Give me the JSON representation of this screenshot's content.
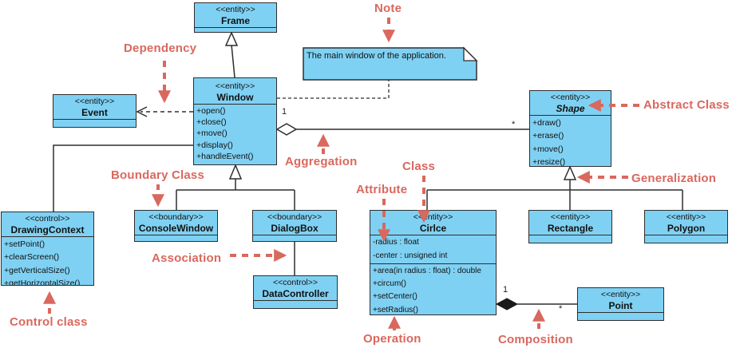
{
  "diagram": {
    "note": {
      "text": "The main window of the application."
    },
    "classes": {
      "frame": {
        "stereotype": "<<entity>>",
        "name": "Frame"
      },
      "window": {
        "stereotype": "<<entity>>",
        "name": "Window",
        "methods": [
          "+open()",
          "+close()",
          "+move()",
          "+display()",
          "+handleEvent()"
        ]
      },
      "event": {
        "stereotype": "<<entity>>",
        "name": "Event"
      },
      "shape": {
        "stereotype": "<<entity>>",
        "name": "Shape",
        "methods": [
          "+draw()",
          "+erase()",
          "+move()",
          "+resize()"
        ]
      },
      "drawing_context": {
        "stereotype": "<<control>>",
        "name": "DrawingContext",
        "methods": [
          "+setPoint()",
          "+clearScreen()",
          "+getVerticalSize()",
          "+getHorizontalSize()"
        ]
      },
      "console_window": {
        "stereotype": "<<boundary>>",
        "name": "ConsoleWindow"
      },
      "dialog_box": {
        "stereotype": "<<boundary>>",
        "name": "DialogBox"
      },
      "data_controller": {
        "stereotype": "<<control>>",
        "name": "DataController"
      },
      "circle": {
        "stereotype": "<<entity>>",
        "name": "Cirlce",
        "attributes": [
          "-radius : float",
          "-center : unsigned int"
        ],
        "methods": [
          "+area(in radius : float) : double",
          "+circum()",
          "+setCenter()",
          "+setRadius()"
        ]
      },
      "rectangle": {
        "stereotype": "<<entity>>",
        "name": "Rectangle"
      },
      "polygon": {
        "stereotype": "<<entity>>",
        "name": "Polygon"
      },
      "point": {
        "stereotype": "<<entity>>",
        "name": "Point"
      }
    },
    "annotations": {
      "note": "Note",
      "dependency": "Dependency",
      "abstract_class": "Abstract Class",
      "aggregation": "Aggregation",
      "generalization": "Generalization",
      "boundary_class": "Boundary Class",
      "class": "Class",
      "attribute": "Attribute",
      "association": "Association",
      "control_class": "Control class",
      "operation": "Operation",
      "composition": "Composition"
    },
    "multiplicities": {
      "aggregation_one": "1",
      "aggregation_many": "*",
      "composition_one": "1",
      "composition_many": "*"
    },
    "colors": {
      "class_fill": "#7FD1F3",
      "class_border": "#2E2E2E",
      "connector": "#2E2E2E",
      "annotation": "#D9685E",
      "background": "#FFFFFF"
    }
  }
}
